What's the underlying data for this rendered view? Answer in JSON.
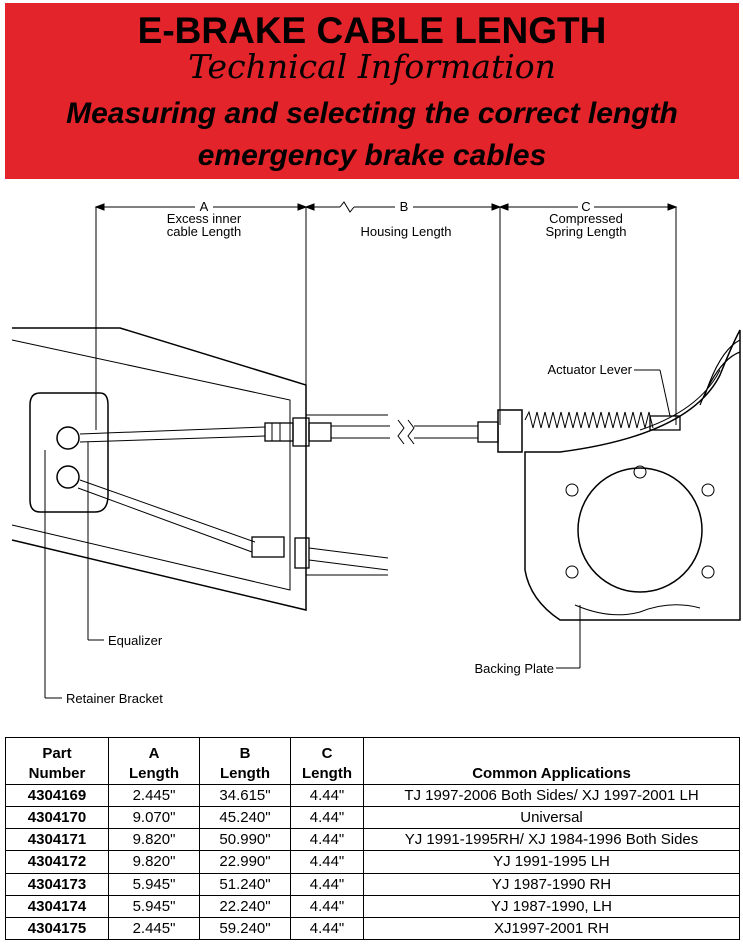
{
  "banner": {
    "title": "E-BRAKE CABLE LENGTH",
    "subtitle": "Technical Information",
    "tagline_line1": "Measuring and selecting the correct length",
    "tagline_line2": "emergency brake cables",
    "color": "#e3242b"
  },
  "diagram": {
    "dim_a": {
      "letter": "A",
      "line1": "Excess inner",
      "line2": "cable Length"
    },
    "dim_b": {
      "letter": "B",
      "line1": "Housing Length"
    },
    "dim_c": {
      "letter": "C",
      "line1": "Compressed",
      "line2": "Spring Length"
    },
    "callouts": {
      "actuator_lever": "Actuator Lever",
      "equalizer": "Equalizer",
      "backing_plate": "Backing Plate",
      "retainer_bracket": "Retainer Bracket"
    }
  },
  "table": {
    "headers": {
      "part": [
        "Part",
        "Number"
      ],
      "a": [
        "A",
        "Length"
      ],
      "b": [
        "B",
        "Length"
      ],
      "c": [
        "C",
        "Length"
      ],
      "apps": "Common Applications"
    },
    "rows": [
      {
        "part": "4304169",
        "a": "2.445\"",
        "b": "34.615\"",
        "c": "4.44\"",
        "app": "TJ 1997-2006 Both Sides/ XJ 1997-2001 LH"
      },
      {
        "part": "4304170",
        "a": "9.070\"",
        "b": "45.240\"",
        "c": "4.44\"",
        "app": "Universal"
      },
      {
        "part": "4304171",
        "a": "9.820\"",
        "b": "50.990\"",
        "c": "4.44\"",
        "app": "YJ 1991-1995RH/ XJ 1984-1996 Both Sides"
      },
      {
        "part": "4304172",
        "a": "9.820\"",
        "b": "22.990\"",
        "c": "4.44\"",
        "app": "YJ 1991-1995 LH"
      },
      {
        "part": "4304173",
        "a": "5.945\"",
        "b": "51.240\"",
        "c": "4.44\"",
        "app": "YJ 1987-1990 RH"
      },
      {
        "part": "4304174",
        "a": "5.945\"",
        "b": "22.240\"",
        "c": "4.44\"",
        "app": "YJ 1987-1990, LH"
      },
      {
        "part": "4304175",
        "a": "2.445\"",
        "b": "59.240\"",
        "c": "4.44\"",
        "app": "XJ1997-2001 RH"
      }
    ]
  }
}
